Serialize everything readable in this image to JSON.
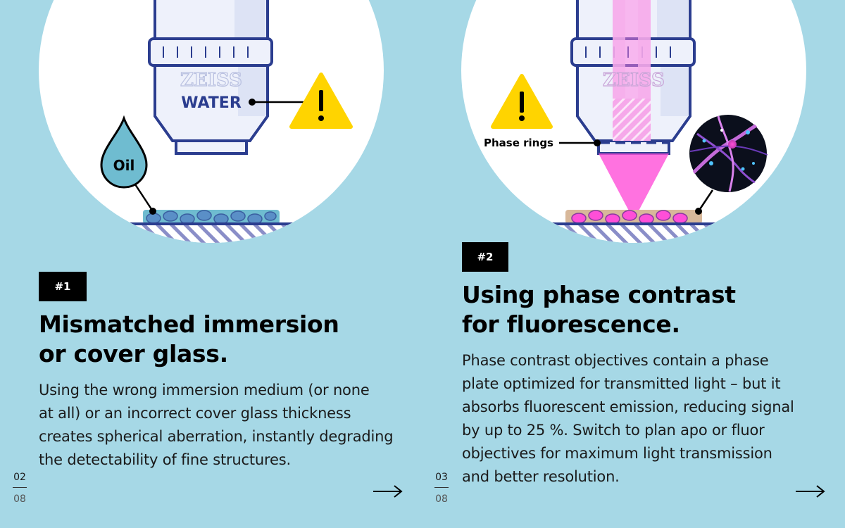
{
  "slides": [
    {
      "badge": "#1",
      "heading": [
        "Mismatched immersion",
        "or cover glass."
      ],
      "body": [
        "Using the wrong immersion medium (or none",
        "at all) or an incorrect cover glass thickness",
        "creates spherical aberration, instantly degrading",
        "the detectability of fine structures."
      ],
      "page_current": "02",
      "page_total": "08",
      "illustration": {
        "brand_text": "ZEISS",
        "objective_label": "WATER",
        "drop_label": "Oil",
        "icons": [
          "warning-icon",
          "oil-drop-icon",
          "arrow-right-icon"
        ]
      }
    },
    {
      "badge": "#2",
      "heading": [
        "Using phase contrast",
        "for fluorescence."
      ],
      "body": [
        "Phase contrast objectives contain a phase",
        "plate optimized for transmitted light – but it",
        "absorbs fluorescent emission, reducing signal",
        "by up to 25 %. Switch to plan apo or fluor",
        "objectives for maximum light transmission",
        "and better resolution."
      ],
      "page_current": "03",
      "page_total": "08",
      "illustration": {
        "brand_text": "ZEISS",
        "callout_label": "Phase rings",
        "icons": [
          "warning-icon",
          "arrow-right-icon"
        ]
      }
    }
  ],
  "colors": {
    "background": "#a6d8e6",
    "objective_outline": "#2b3d8f",
    "warning": "#ffd400",
    "fluorescence": "#ff4fd8",
    "sample_blue": "#6fbcd0",
    "sample_tan": "#d8b89a"
  }
}
